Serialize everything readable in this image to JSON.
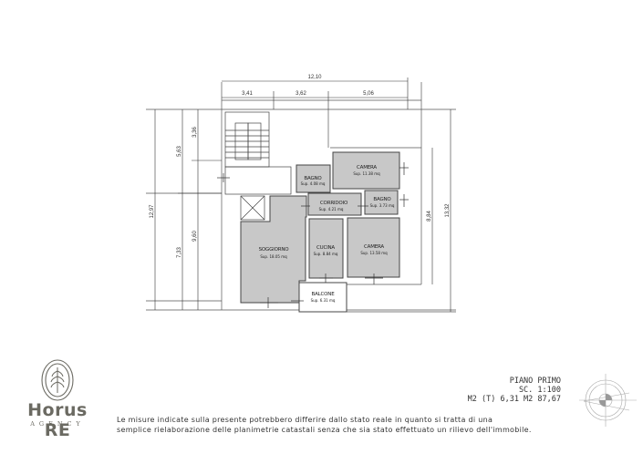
{
  "plan": {
    "dimensions": {
      "top_total": "12,10",
      "top_segments": [
        "3,41",
        "3,62",
        "5,06"
      ],
      "left_total": "12,97",
      "left_upper": "5,63",
      "left_lower": "7,33",
      "left_inner_upper": "3,36",
      "left_inner_lower": "9,60",
      "right_inner": "8,84",
      "right_total": "13,32"
    },
    "rooms": [
      {
        "name": "BAGNO",
        "area": "Sup. 4.08 mq"
      },
      {
        "name": "CAMERA",
        "area": "Sup. 11.38 mq"
      },
      {
        "name": "CORRIDOIO",
        "area": "Sup. 4.21 mq"
      },
      {
        "name": "BAGNO",
        "area": "Sup. 3.73 mq"
      },
      {
        "name": "SOGGIORNO",
        "area": "Sup. 18.05 mq"
      },
      {
        "name": "CUCINA",
        "area": "Sup. 8.84 mq"
      },
      {
        "name": "CAMERA",
        "area": "Sup. 13.58 mq"
      },
      {
        "name": "BALCONE",
        "area": "Sup. 6.31 mq"
      }
    ],
    "colors": {
      "room_fill": "#c8c8c8",
      "wall": "#444444",
      "dim_line": "#555555"
    }
  },
  "logo": {
    "title": "Horus RE",
    "subtitle": "AGENCY",
    "icon": "leaf-emblem-icon"
  },
  "info": {
    "floor": "PIANO PRIMO",
    "scale": "SC.  1:100",
    "areas": "M2 (T) 6,31    M2 87,67"
  },
  "disclaimer": {
    "line1": "Le misure indicate sulla presente potrebbero differire dallo stato reale in quanto si tratta di una",
    "line2": "semplice rielaborazione delle planimetrie catastali senza che sia stato effettuato un rilievo dell'immobile."
  },
  "compass": {
    "icon": "compass-rose-icon"
  }
}
